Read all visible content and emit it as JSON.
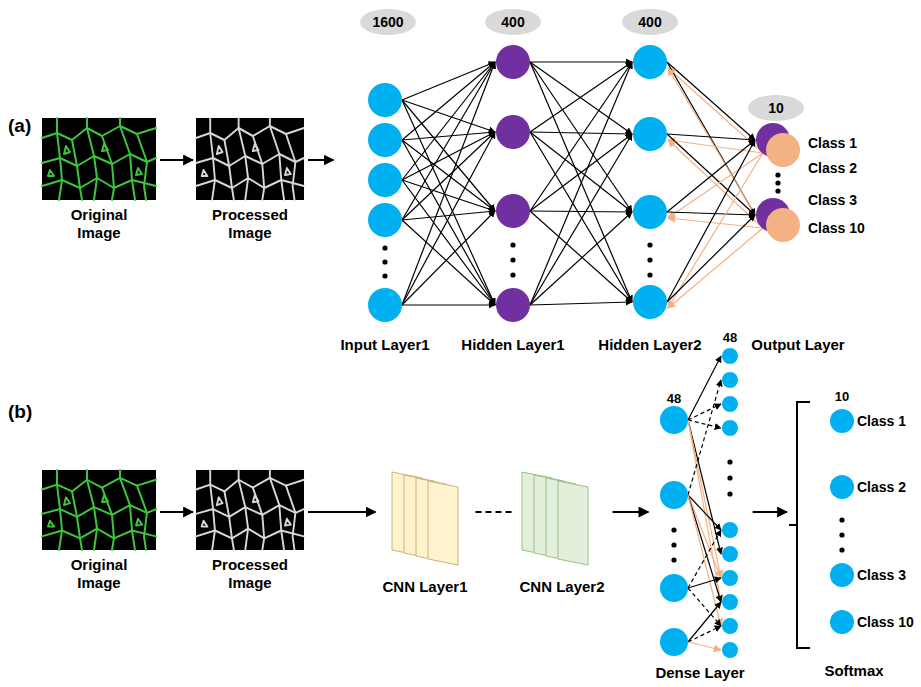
{
  "diagram": {
    "nodes": [
      {
        "text": [
          "Original Image"
        ]
      },
      {
        "text": [
          "Processed Image"
        ]
      },
      {
        "text": [
          "1600"
        ]
      },
      {
        "text": [
          "400"
        ]
      },
      {
        "text": [
          "400"
        ]
      },
      {
        "text": [
          "10"
        ]
      },
      {
        "text": [
          "Input Layer1"
        ]
      },
      {
        "text": [
          "Hidden Layer1"
        ]
      },
      {
        "text": [
          "Hidden Layer2"
        ]
      },
      {
        "text": [
          "Output Layer"
        ]
      },
      {
        "text": [
          "Original Image"
        ]
      },
      {
        "text": [
          "Processed Image"
        ]
      },
      {
        "text": [
          "CNN Layer1"
        ]
      },
      {
        "text": [
          "CNN Layer2"
        ]
      },
      {
        "text": [
          "Dense Layer"
        ]
      },
      {
        "text": [
          "Softmax"
        ]
      }
    ],
    "edges": [
      {
        "from": 0,
        "to": 1,
        "arrow": "to"
      },
      {
        "from": 1,
        "to": 6,
        "arrow": "to"
      },
      {
        "from": 10,
        "to": 11,
        "arrow": "to"
      },
      {
        "from": 11,
        "to": 12,
        "arrow": "to"
      },
      {
        "from": 12,
        "to": 13,
        "arrow": "none"
      },
      {
        "from": 13,
        "to": 14,
        "arrow": "to"
      },
      {
        "from": 14,
        "to": 15,
        "arrow": "to"
      }
    ],
    "labels": [
      "(a)",
      "Class 1",
      "Class 2",
      "Class 3",
      "Class 10",
      "(b)",
      "48",
      "48",
      "10",
      "Class 1",
      "Class 2",
      "Class 3",
      "Class 10"
    ]
  }
}
